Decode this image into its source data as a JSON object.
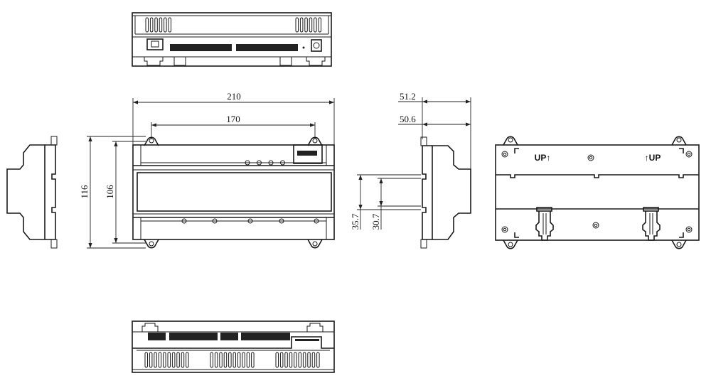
{
  "drawing": {
    "views": [
      "top-view",
      "front-view",
      "side-view-left",
      "side-view-right",
      "back-view",
      "bottom-view"
    ],
    "dimensions": {
      "overall_width": "210",
      "mount_hole_spacing": "170",
      "overall_height": "116",
      "body_height": "106",
      "depth_max": "51.2",
      "depth_body": "50.6",
      "din_rail_outer": "35.7",
      "din_rail_inner": "30.7"
    },
    "back_labels": {
      "up_left": "UP↑",
      "up_right": "↑UP"
    },
    "front_indicators": {
      "top_leds": 4,
      "bottom_leds": 5
    }
  }
}
